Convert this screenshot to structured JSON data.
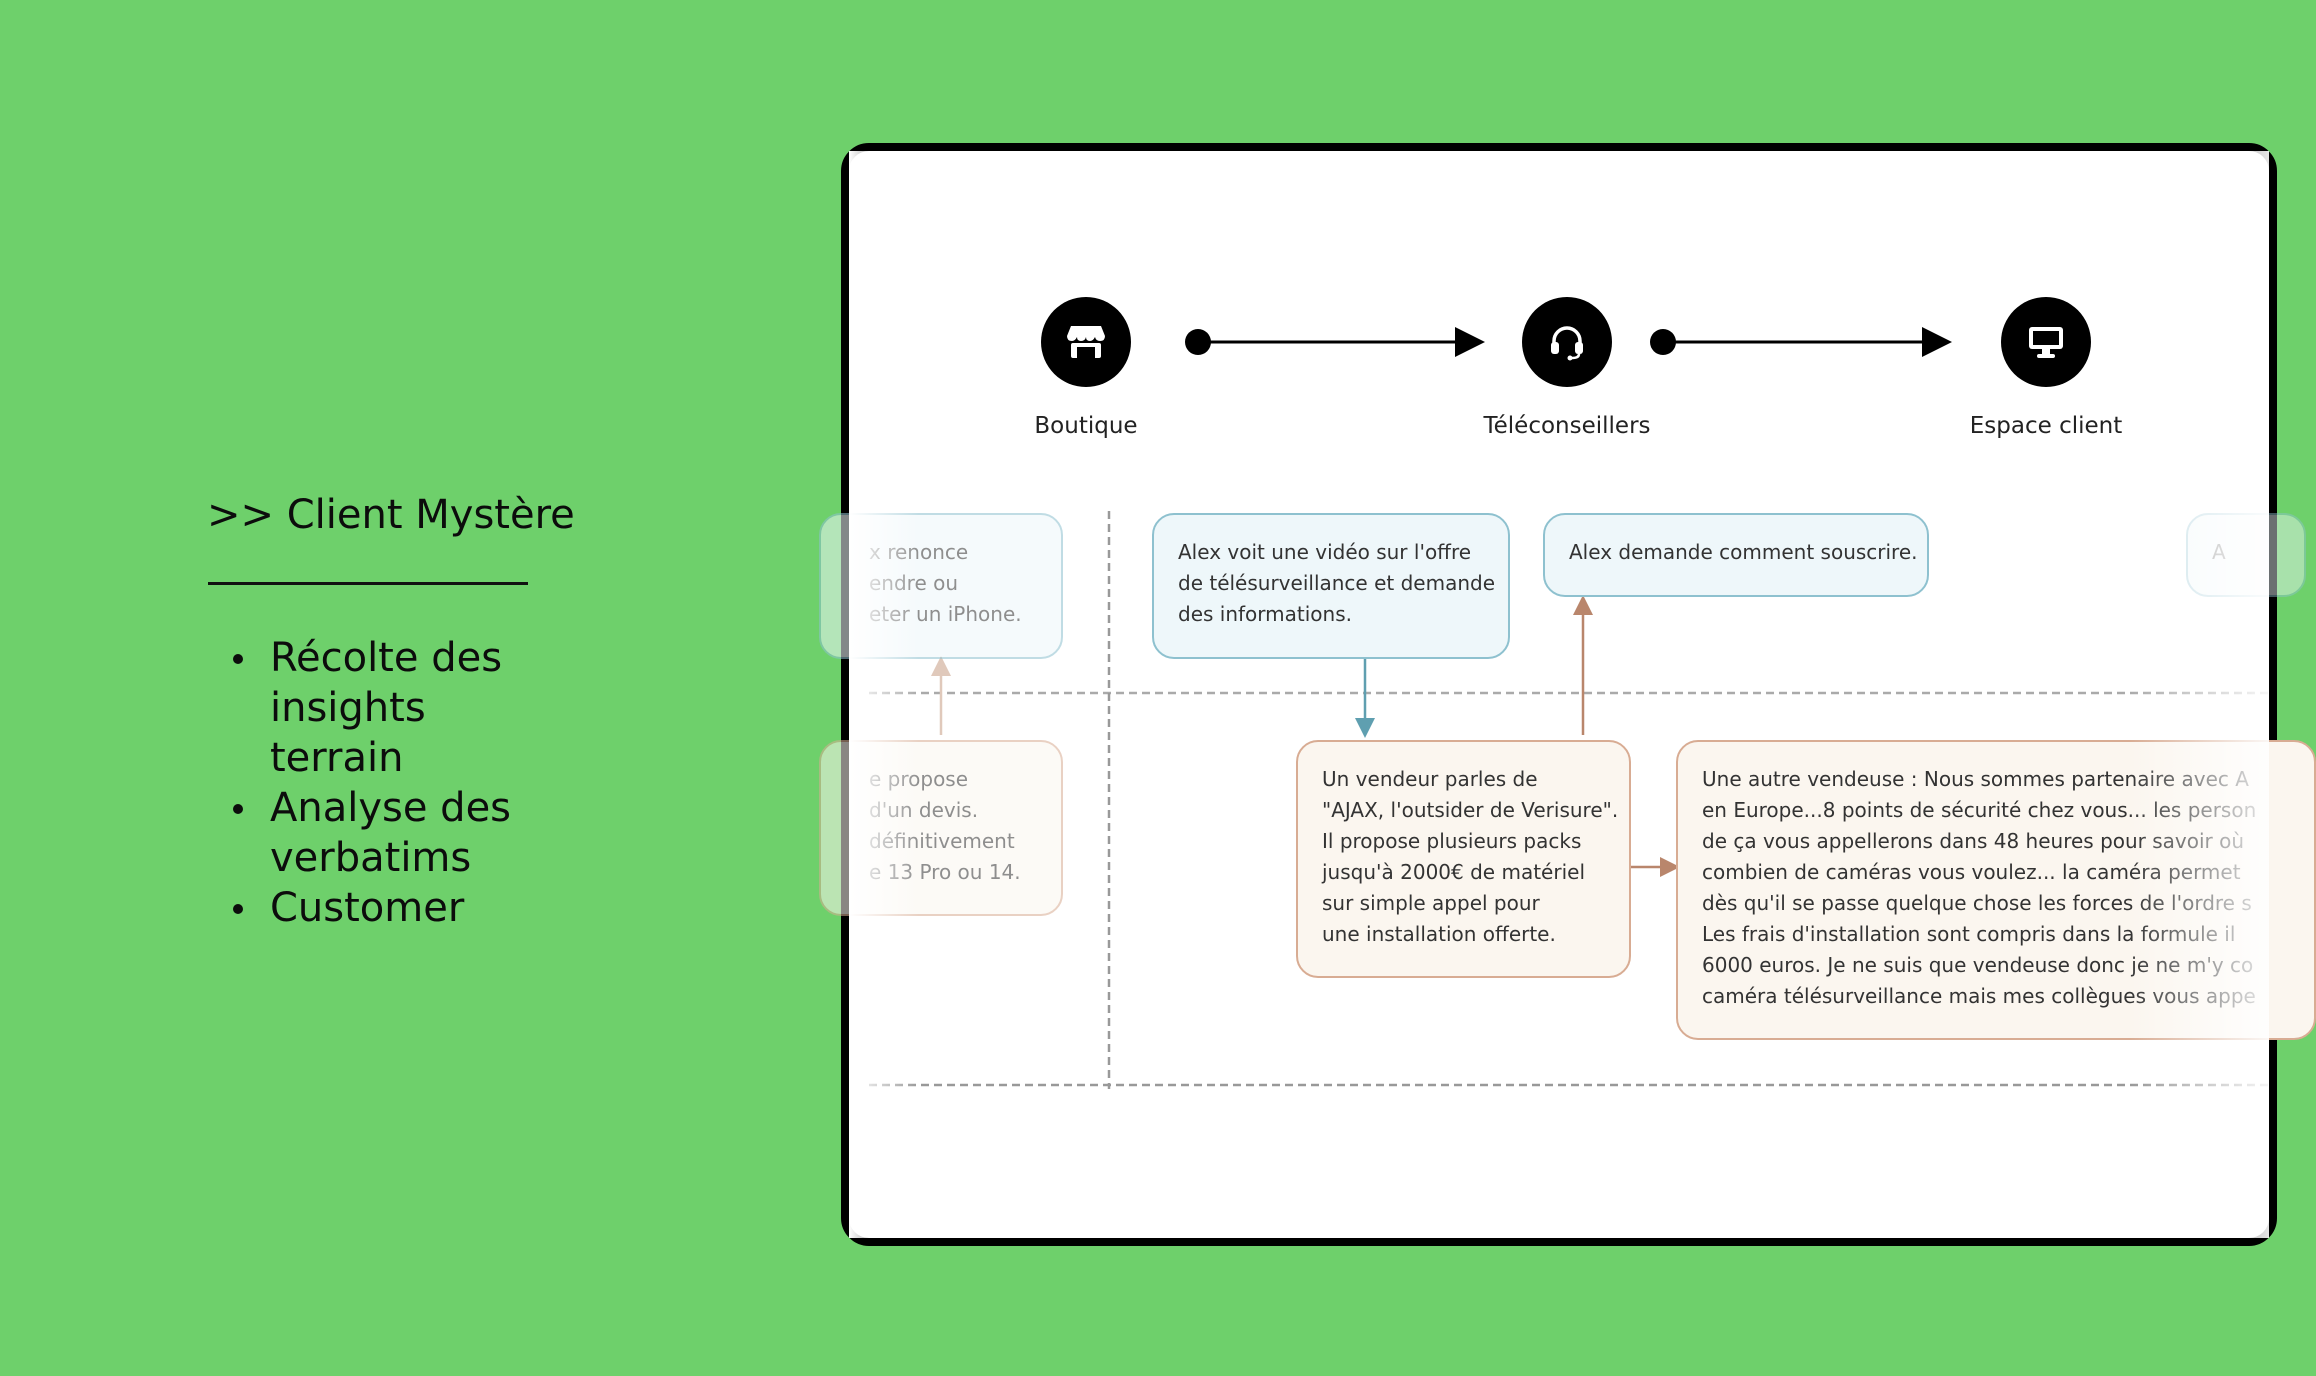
{
  "sidebar": {
    "title": ">> Client Mystère",
    "bullets": [
      "Récolte des insights terrain",
      "Analyse des verbatims",
      "Customer"
    ]
  },
  "journey": {
    "steps": [
      {
        "label": "Boutique",
        "icon": "store-icon"
      },
      {
        "label": "Téléconseillers",
        "icon": "headset-icon"
      },
      {
        "label": "Espace client",
        "icon": "monitor-icon"
      }
    ]
  },
  "cards": {
    "partial_top": [
      "x renonce",
      "endre ou",
      "eter un iPhone."
    ],
    "partial_bottom": [
      "e propose",
      "d'un devis.",
      "définitivement",
      "e 13 Pro ou 14."
    ],
    "video": [
      "Alex voit une vidéo sur l'offre",
      "de télésurveillance et demande",
      "des informations."
    ],
    "subscribe": [
      "Alex demande comment souscrire."
    ],
    "vendeur": [
      "Un vendeur parles de",
      "\"AJAX, l'outsider de Verisure\".",
      "Il propose plusieurs packs",
      "jusqu'à 2000€ de matériel",
      "sur simple appel pour",
      "une installation offerte."
    ],
    "vendeuse": [
      "Une autre vendeuse : Nous sommes partenaire avec A",
      "en Europe...8 points de sécurité chez vous... les person",
      "de ça vous appellerons dans 48 heures pour savoir où",
      "combien de caméras vous voulez... la caméra permet",
      "dès qu'il se passe quelque chose les forces de l'ordre s",
      "Les frais d'installation sont compris dans la formule il",
      "6000 euros. Je ne suis que vendeuse donc je ne m'y co",
      "caméra télésurveillance mais mes collègues vous appe"
    ],
    "edge": [
      "A"
    ]
  },
  "colors": {
    "background": "#6ed06b",
    "blue_border": "#8ec1cf",
    "tan_border": "#d8ac93",
    "blue_arrow": "#5f9fb0",
    "tan_arrow": "#b9866c"
  }
}
